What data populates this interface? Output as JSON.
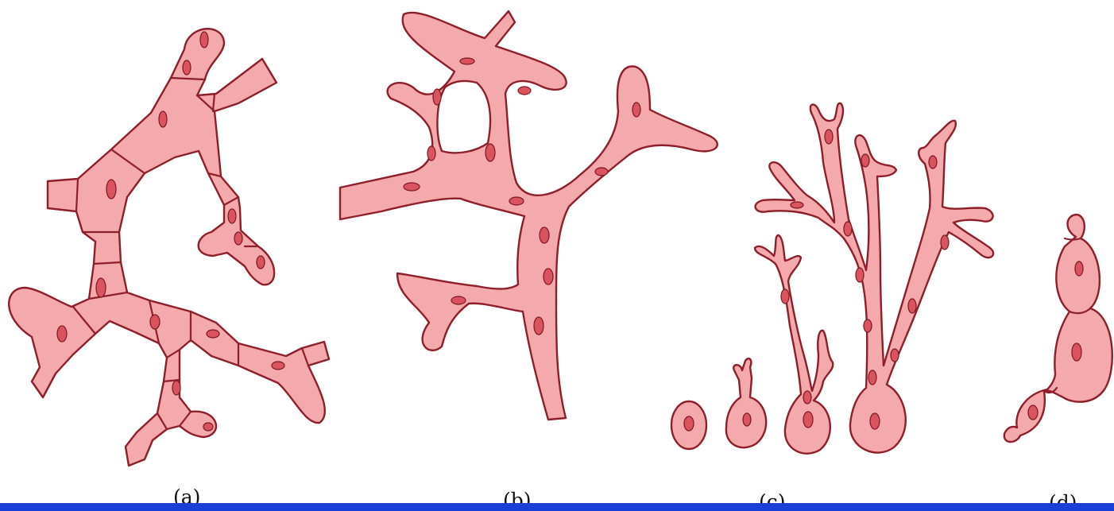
{
  "labels": {
    "a": "(a)",
    "b": "(b)",
    "c": "(c)",
    "d": "(d)"
  },
  "colors": {
    "cytoplasm": "#f4a9ac",
    "outline": "#8e1f2a",
    "nucleus": "#d9545e",
    "bottom_bar": "#1a3fd6"
  }
}
